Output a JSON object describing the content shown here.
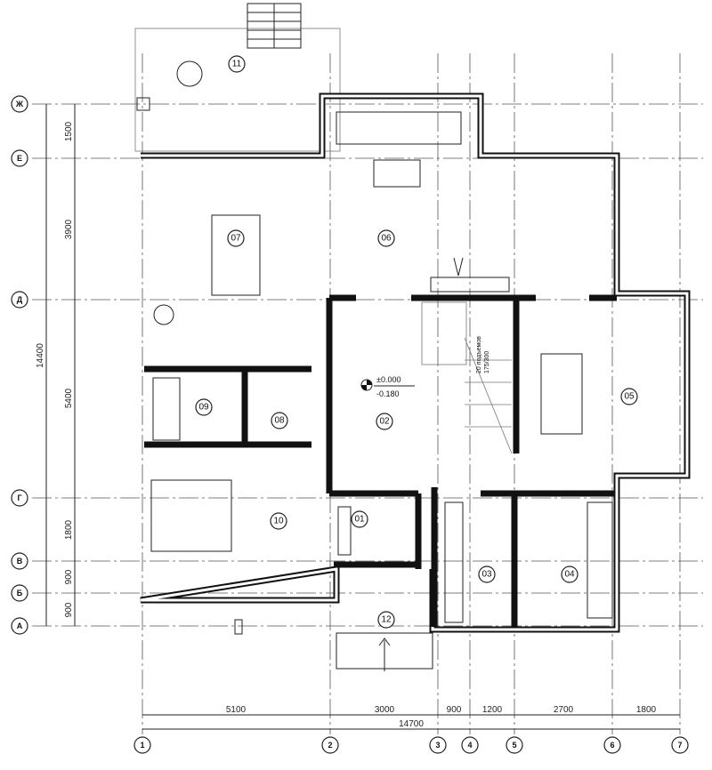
{
  "axes_rows": [
    "Ж",
    "Е",
    "Д",
    "Г",
    "В",
    "Б",
    "А"
  ],
  "axes_cols": [
    "1",
    "2",
    "3",
    "4",
    "5",
    "6",
    "7"
  ],
  "dims_left": [
    "1500",
    "3900",
    "5400",
    "1800",
    "900",
    "900"
  ],
  "dims_left_total": "14400",
  "dims_bottom": [
    "5100",
    "3000",
    "900",
    "1200",
    "2700",
    "1800"
  ],
  "dims_bottom_total": "14700",
  "rooms": [
    "01",
    "02",
    "03",
    "04",
    "05",
    "06",
    "07",
    "08",
    "09",
    "10",
    "11",
    "12"
  ],
  "level_mark": {
    "top": "±0.000",
    "bottom": "-0.180"
  },
  "stair_note": {
    "line1": "20 подъемов",
    "line2": "175/300"
  }
}
